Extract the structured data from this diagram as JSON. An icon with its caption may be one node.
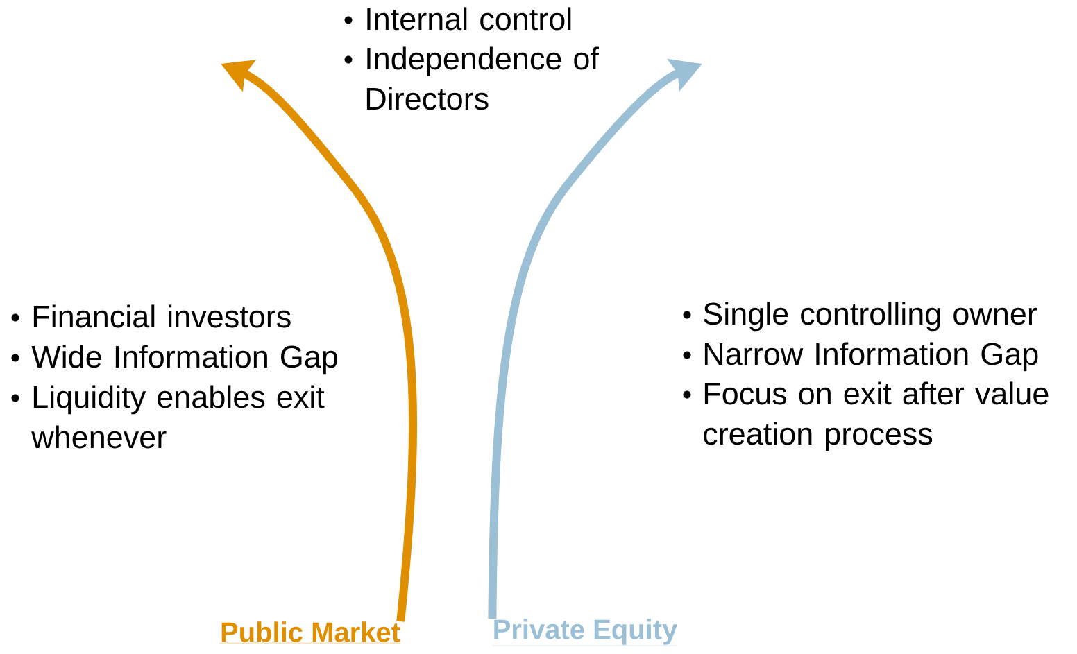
{
  "diagram": {
    "nodes": [
      {
        "text": [
          "Public Market"
        ]
      },
      {
        "text": [
          "Private Equity"
        ]
      }
    ],
    "edges": [
      {
        "from": 0,
        "to": null,
        "arrow": "to",
        "color": "#df8f00"
      },
      {
        "from": 1,
        "to": null,
        "arrow": "to",
        "color": "#9bbfd4"
      }
    ],
    "labels": [
      "Internal control",
      "Independence of Directors",
      "Financial investors",
      "Wide Information Gap",
      "Liquidity enables exit whenever",
      "Single controlling owner",
      "Narrow Information Gap",
      "Focus on exit after value creation process"
    ]
  }
}
